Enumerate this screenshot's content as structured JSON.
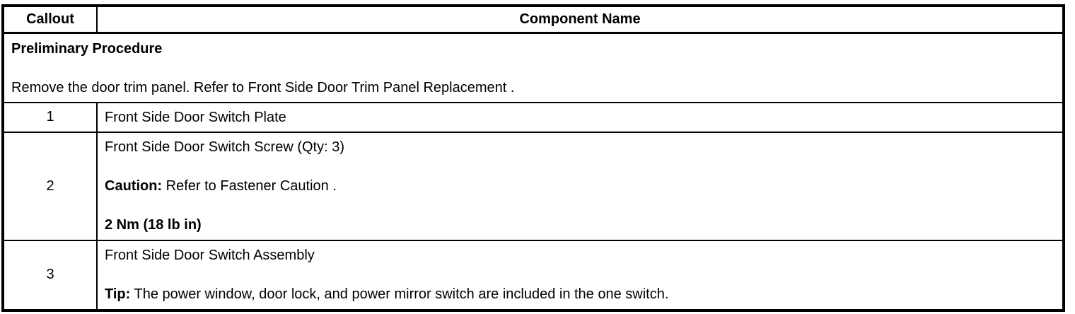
{
  "page": {
    "background_color": "#ffffff",
    "border_color": "#000000",
    "text_color": "#000000"
  },
  "table": {
    "header": {
      "callout": "Callout",
      "component_name": "Component Name"
    },
    "preliminary": {
      "title": "Preliminary Procedure",
      "instruction": "Remove the door trim panel. Refer to Front Side Door Trim Panel Replacement ."
    },
    "rows": [
      {
        "callout": "1",
        "component": "Front Side Door Switch Plate"
      },
      {
        "callout": "2",
        "component": "Front Side Door Switch Screw (Qty: 3)",
        "caution_label": "Caution:",
        "caution_text": " Refer to Fastener Caution .",
        "torque": "2 Nm (18 lb in)"
      },
      {
        "callout": "3",
        "component": "Front Side Door Switch Assembly",
        "tip_label": "Tip:",
        "tip_text": " The power window, door lock, and power mirror switch are included in the one switch."
      }
    ]
  }
}
